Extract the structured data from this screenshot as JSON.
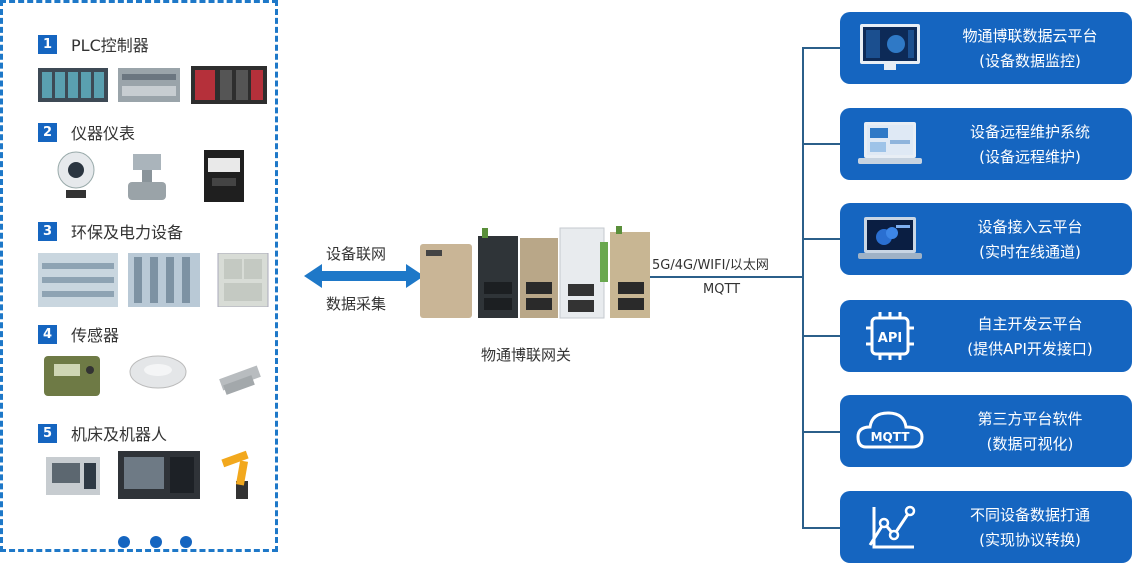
{
  "left": {
    "categories": [
      {
        "num": "1",
        "title": "PLC控制器"
      },
      {
        "num": "2",
        "title": "仪器仪表"
      },
      {
        "num": "3",
        "title": "环保及电力设备"
      },
      {
        "num": "4",
        "title": "传感器"
      },
      {
        "num": "5",
        "title": "机床及机器人"
      }
    ]
  },
  "middle": {
    "top_label": "设备联网",
    "bottom_label": "数据采集",
    "gateway_title": "物通博联网关",
    "protocol_line1": "5G/4G/WIFI/以太网",
    "protocol_line2": "MQTT"
  },
  "right": {
    "items": [
      {
        "line1": "物通博联数据云平台",
        "line2": "(设备数据监控)",
        "icon": "monitor-dashboard-icon"
      },
      {
        "line1": "设备远程维护系统",
        "line2": "(设备远程维护)",
        "icon": "laptop-icon"
      },
      {
        "line1": "设备接入云平台",
        "line2": "(实时在线通道)",
        "icon": "laptop-cloud-icon"
      },
      {
        "line1": "自主开发云平台",
        "line2": "(提供API开发接口)",
        "icon": "api-chip-icon"
      },
      {
        "line1": "第三方平台软件",
        "line2": "(数据可视化)",
        "icon": "mqtt-cloud-icon"
      },
      {
        "line1": "不同设备数据打通",
        "line2": "(实现协议转换)",
        "icon": "chart-network-icon"
      }
    ]
  },
  "colors": {
    "accent": "#1565c0",
    "line": "#2b5f8a",
    "panel_border": "#1e78c8"
  }
}
